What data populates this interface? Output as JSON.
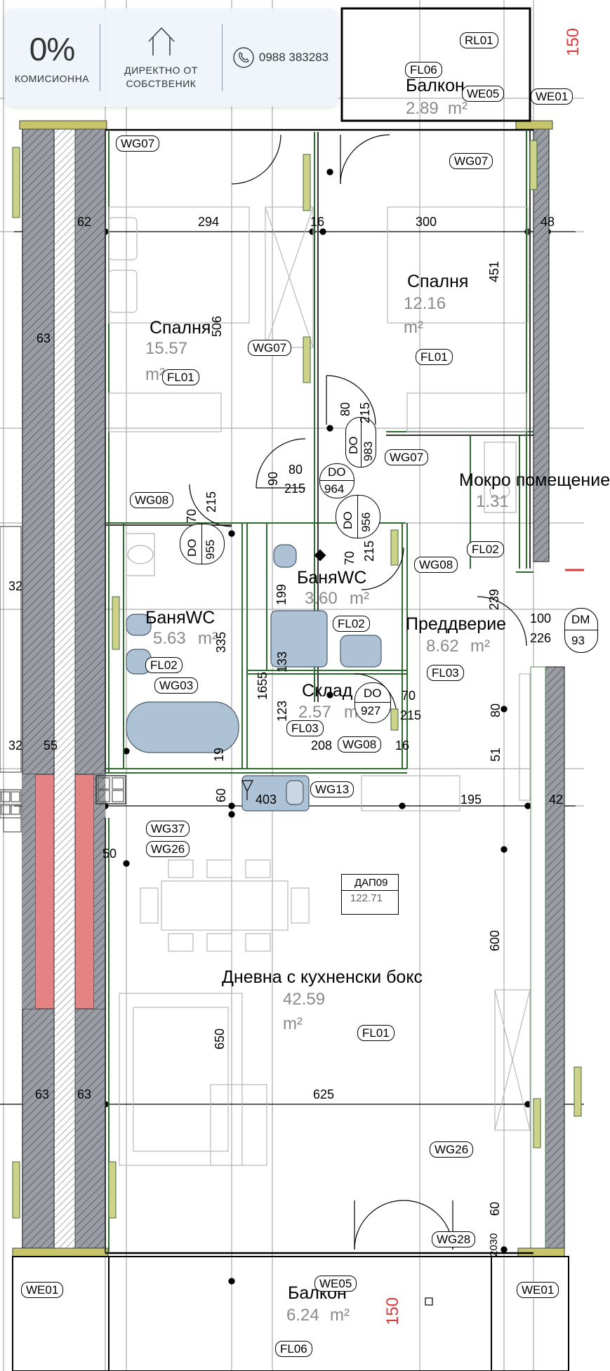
{
  "banner": {
    "commission_value": "0%",
    "commission_label": "КОМИСИОННА",
    "direct_label_line1": "ДИРЕКТНО ОТ",
    "direct_label_line2": "СОБСТВЕНИК",
    "phone": "0988 383283",
    "icons": [
      "house-icon",
      "phone-icon"
    ]
  },
  "rooms": {
    "bedroom1": {
      "name": "Спалня",
      "area": "15.57",
      "unit": "m²"
    },
    "bedroom2": {
      "name": "Спалня",
      "area": "12.16",
      "unit": "m²"
    },
    "bath1": {
      "name": "БаняWC",
      "area": "5.63",
      "unit": "m²"
    },
    "bath2": {
      "name": "БаняWC",
      "area": "3.60",
      "unit": "m²"
    },
    "storage": {
      "name": "Склад",
      "area": "2.57",
      "unit": "m²"
    },
    "hall": {
      "name": "Преддверие",
      "area": "8.62",
      "unit": "m²"
    },
    "living": {
      "name": "Дневна с кухненски бокс",
      "area": "42.59",
      "unit": "m²"
    },
    "balcony_top": {
      "name": "Балкон",
      "area": "2.89",
      "unit": "m²"
    },
    "balcony_bottom": {
      "name": "Балкон",
      "area": "6.24",
      "unit": "m²"
    },
    "laundry": {
      "name": "Мокро помещение",
      "area": "1.31"
    }
  },
  "tags": {
    "rl01": "RL01",
    "fl06_top": "FL06",
    "we05_top": "WE05",
    "we01_tr": "WE01",
    "wg07_a": "WG07",
    "wg07_b": "WG07",
    "wg07_c": "WG07",
    "wg07_d": "WG07",
    "fl01_a": "FL01",
    "fl01_b": "FL01",
    "fl01_c": "FL01",
    "wg08_a": "WG08",
    "wg08_b": "WG08",
    "wg08_c": "WG08",
    "fl02_a": "FL02",
    "fl02_b": "FL02",
    "fl02_c": "FL02",
    "wg03": "WG03",
    "fl03_a": "FL03",
    "fl03_b": "FL03",
    "wg13": "WG13",
    "wg37": "WG37",
    "wg26_a": "WG26",
    "wg26_b": "WG26",
    "wg28": "WG28",
    "we01_bl": "WE01",
    "we05_bot": "WE05",
    "we01_br": "WE01",
    "fl06_bot": "FL06",
    "dap09": "ДАП09",
    "dap09_val": "122.71",
    "dm": "DM",
    "dm_val": "93"
  },
  "doors": {
    "d983": {
      "code": "DO",
      "num": "983"
    },
    "d964": {
      "code": "DO",
      "num": "964"
    },
    "d955": {
      "code": "DO",
      "num": "955"
    },
    "d956": {
      "code": "DO",
      "num": "956"
    },
    "d927": {
      "code": "DO",
      "num": "927"
    }
  },
  "dims": {
    "d294": "294",
    "d300": "300",
    "d62": "62",
    "d48": "48",
    "d16": "16",
    "d63a": "63",
    "d451": "451",
    "d506": "506",
    "d80a": "80",
    "d215a": "215",
    "d80b": "80",
    "d215b": "215",
    "d90": "90",
    "d70a": "70",
    "d215c": "215",
    "d70b": "70",
    "d215d": "215",
    "d32a": "32",
    "d199": "199",
    "d335": "335",
    "d239": "239",
    "d100": "100",
    "d226": "226",
    "d133": "133",
    "d1655": "1655",
    "d123": "123",
    "d70c": "70",
    "d215e": "215",
    "d80c": "80",
    "d51": "51",
    "d208": "208",
    "d16b": "16",
    "d32b": "32",
    "d55": "55",
    "d60a": "60",
    "d403": "403",
    "d195": "195",
    "d42": "42",
    "d50": "50",
    "d600": "600",
    "d650": "650",
    "d625": "625",
    "d63b": "63",
    "d63c": "63",
    "d60b": "60",
    "d2030": "2030",
    "d19": "19",
    "d150_top": "150",
    "d150_bot": "150"
  },
  "colors": {
    "wall_fill": "#8c8f96",
    "bath_fixture": "#aec2d6",
    "red_band": "#e38383",
    "tag_border": "#000000",
    "area_gray": "#8a8a8a",
    "banner_bg": "#eef4fa"
  }
}
